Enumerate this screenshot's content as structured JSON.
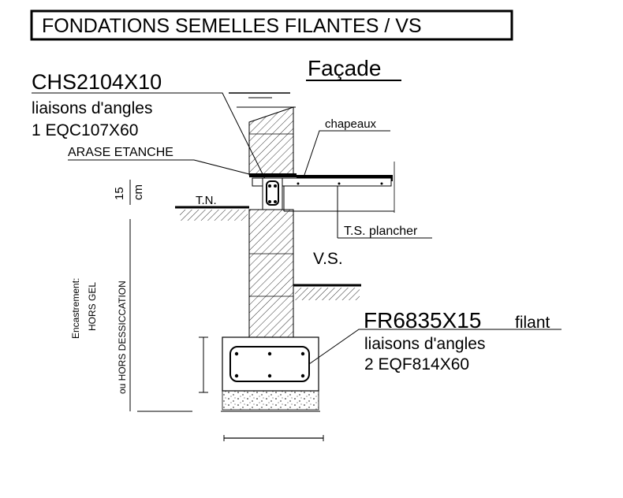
{
  "title": "FONDATIONS SEMELLES FILANTES / VS",
  "subtitle": "Façade",
  "labels": {
    "chain_ref": "CHS2104X10",
    "chain_line1": "liaisons d'angles",
    "chain_line2": "1 EQC107X60",
    "damp_course": "ARASE ETANCHE",
    "caps": "chapeaux",
    "height_value": "15",
    "height_unit": "cm",
    "ground": "T.N.",
    "slab": "T.S. plancher",
    "crawl_space": "V.S.",
    "embed_line1": "Encastrement:",
    "embed_line2": "HORS GEL",
    "embed_line3": "ou HORS DESSICCATION",
    "footing_ref": "FR6835X15",
    "footing_suffix": "filant",
    "footing_line1": "liaisons d'angles",
    "footing_line2": "2 EQF814X60"
  }
}
